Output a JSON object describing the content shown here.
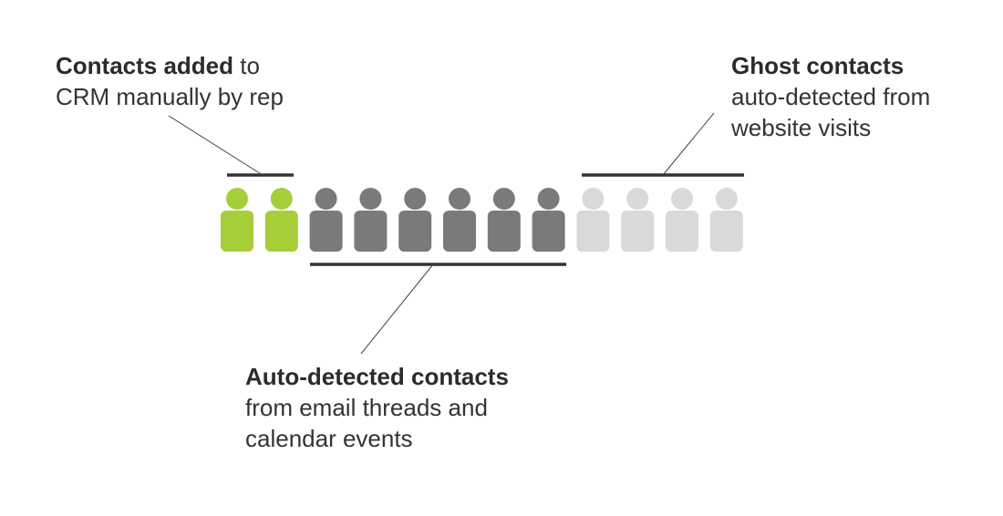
{
  "labels": {
    "manual": {
      "bold": "Contacts added",
      "rest_line1": " to",
      "line2": "CRM manually by rep"
    },
    "ghost": {
      "bold": "Ghost contacts",
      "line2": "auto-detected from",
      "line3": "website visits"
    },
    "auto": {
      "bold": "Auto-detected contacts",
      "line2": "from email threads and",
      "line3": "calendar events"
    }
  },
  "groups": [
    {
      "key": "manual",
      "count": 2,
      "color": "#a6ce39"
    },
    {
      "key": "auto",
      "count": 6,
      "color": "#7a7a7a"
    },
    {
      "key": "ghost",
      "count": 4,
      "color": "#d9d9d9"
    }
  ],
  "colors": {
    "bracket": "#333333",
    "leader": "#444444"
  },
  "icons": [
    "person-icon"
  ]
}
